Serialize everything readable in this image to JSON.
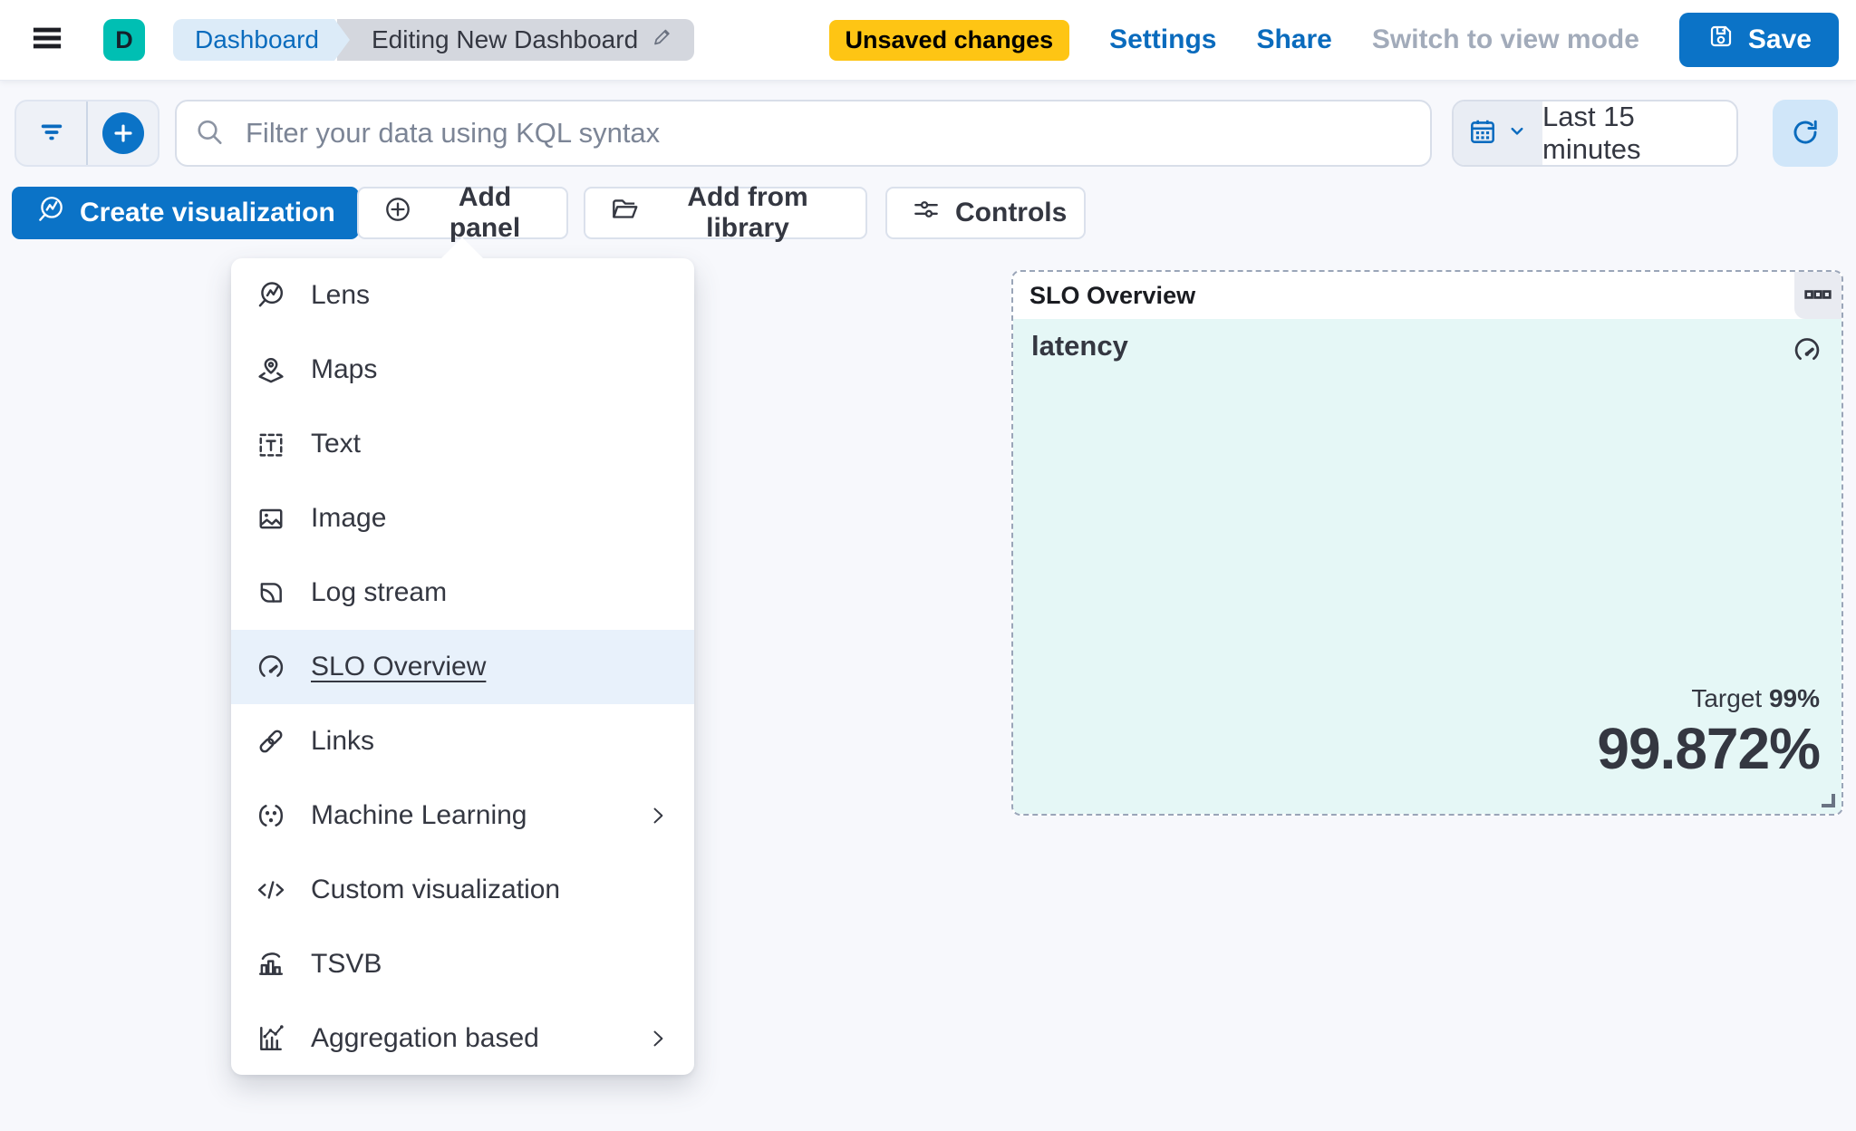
{
  "colors": {
    "primary_blue": "#0b73c7",
    "link_blue": "#0a6bbd",
    "warning_yellow": "#fec514",
    "logo_teal": "#00bfb3",
    "panel_mint": "#e5f7f6",
    "canvas_background": "#f7f8fc",
    "text_dark": "#343741",
    "muted_gray": "#a2abba"
  },
  "topbar": {
    "logo_letter": "D",
    "breadcrumbs": [
      {
        "label": "Dashboard"
      },
      {
        "label": "Editing New Dashboard"
      }
    ],
    "unsaved_badge": "Unsaved changes",
    "settings_label": "Settings",
    "share_label": "Share",
    "view_mode_label": "Switch to view mode",
    "save_label": "Save"
  },
  "filter_bar": {
    "kql_placeholder": "Filter your data using KQL syntax",
    "time_range": "Last 15 minutes"
  },
  "toolbar": {
    "create_visualization_label": "Create visualization",
    "add_panel_label": "Add panel",
    "add_from_library_label": "Add from library",
    "controls_label": "Controls"
  },
  "add_panel_menu": {
    "items": [
      {
        "label": "Lens",
        "icon": "lens-icon",
        "highlighted": false,
        "has_submenu": false
      },
      {
        "label": "Maps",
        "icon": "maps-icon",
        "highlighted": false,
        "has_submenu": false
      },
      {
        "label": "Text",
        "icon": "text-icon",
        "highlighted": false,
        "has_submenu": false
      },
      {
        "label": "Image",
        "icon": "image-icon",
        "highlighted": false,
        "has_submenu": false
      },
      {
        "label": "Log stream",
        "icon": "log-stream-icon",
        "highlighted": false,
        "has_submenu": false
      },
      {
        "label": "SLO Overview",
        "icon": "slo-overview-icon",
        "highlighted": true,
        "has_submenu": false
      },
      {
        "label": "Links",
        "icon": "links-icon",
        "highlighted": false,
        "has_submenu": false
      },
      {
        "label": "Machine Learning",
        "icon": "machine-learning-icon",
        "highlighted": false,
        "has_submenu": true
      },
      {
        "label": "Custom visualization",
        "icon": "custom-visualization-icon",
        "highlighted": false,
        "has_submenu": false
      },
      {
        "label": "TSVB",
        "icon": "tsvb-icon",
        "highlighted": false,
        "has_submenu": false
      },
      {
        "label": "Aggregation based",
        "icon": "aggregation-based-icon",
        "highlighted": false,
        "has_submenu": true
      }
    ]
  },
  "slo_panel": {
    "header_title": "SLO Overview",
    "slo_name": "latency",
    "target_label": "Target",
    "target_value": "99%",
    "sli_value": "99.872%"
  }
}
